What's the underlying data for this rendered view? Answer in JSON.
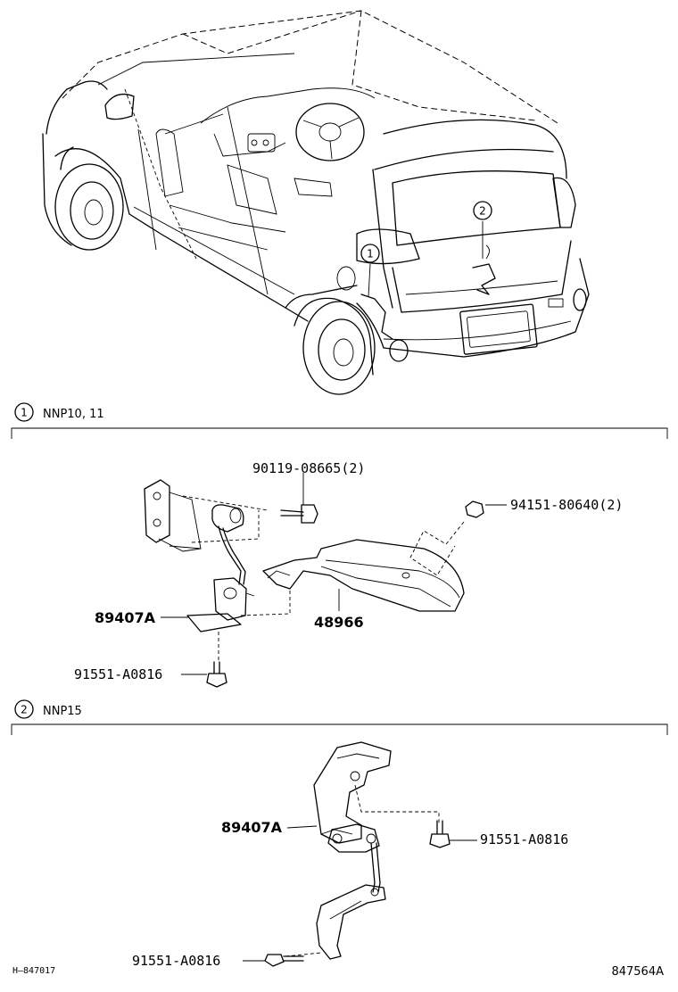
{
  "sections": [
    {
      "number": "1",
      "title": "NNP10, 11"
    },
    {
      "number": "2",
      "title": "NNP15"
    }
  ],
  "callouts": [
    "1",
    "2"
  ],
  "section1_parts": {
    "bolt_top": "90119-08665(2)",
    "nut_right": "94151-80640(2)",
    "sensor": "89407A",
    "bracket": "48966",
    "bolt_bottom": "91551-A0816"
  },
  "section2_parts": {
    "sensor": "89407A",
    "bolt_right": "91551-A0816",
    "bolt_bottom": "91551-A0816"
  },
  "footer": {
    "left_code": "H–847017",
    "right_code": "847564A"
  }
}
